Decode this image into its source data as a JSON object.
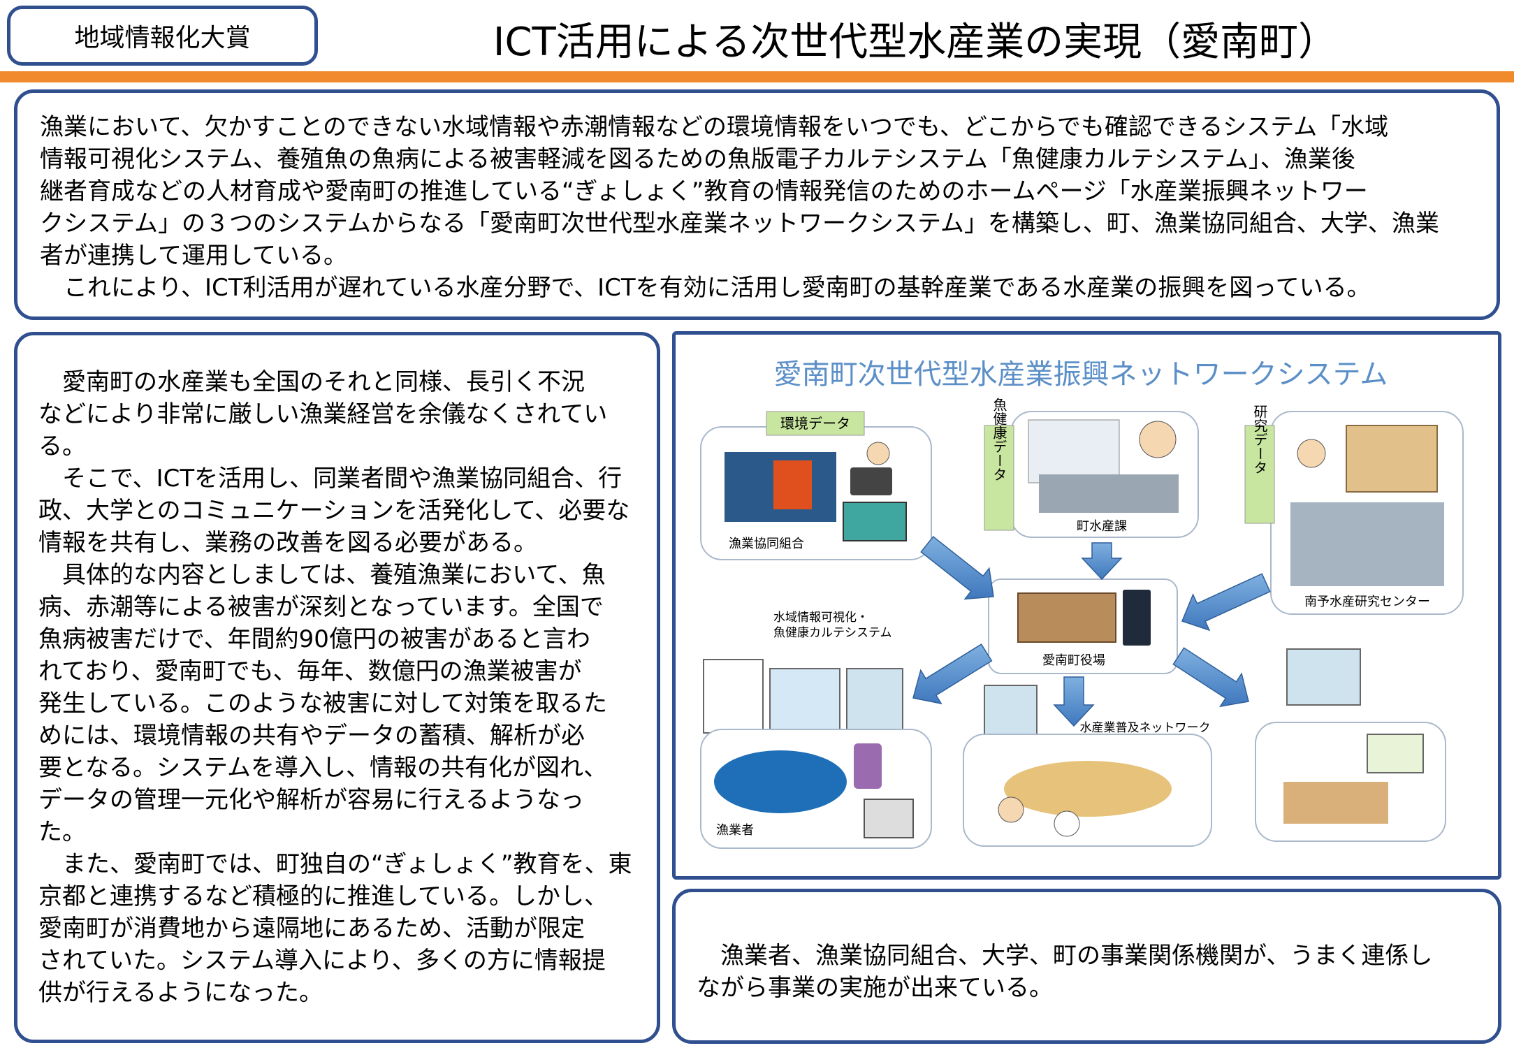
{
  "header": {
    "award_label": "地域情報化大賞",
    "title": "ICT活用による次世代型水産業の実現（愛南町）"
  },
  "summary": {
    "paragraph1": "漁業において、欠かすことのできない水域情報や赤潮情報などの環境情報をいつでも、どこからでも確認できるシステム「水域\n情報可視化システム、養殖魚の魚病による被害軽減を図るための魚版電子カルテシステム「魚健康カルテシステム」、漁業後\n継者育成などの人材育成や愛南町の推進している“ぎょしょく”教育の情報発信のためのホームページ「水産業振興ネットワー\nクシステム」の３つのシステムからなる「愛南町次世代型水産業ネットワークシステム」を構築し、町、漁業協同組合、大学、漁業\n者が連携して運用している。",
    "paragraph2": "　これにより、ICT利活用が遅れている水産分野で、ICTを有効に活用し愛南町の基幹産業である水産業の振興を図っている。"
  },
  "background": {
    "paragraph1": "　愛南町の水産業も全国のそれと同様、長引く不況\nなどにより非常に厳しい漁業経営を余儀なくされてい\nる。",
    "paragraph2": "　そこで、ICTを活用し、同業者間や漁業協同組合、行\n政、大学とのコミュニケーションを活発化して、必要な\n情報を共有し、業務の改善を図る必要がある。",
    "paragraph3": "　具体的な内容としましては、養殖漁業において、魚\n病、赤潮等による被害が深刻となっています。全国で\n魚病被害だけで、年間約90億円の被害があると言わ\nれており、愛南町でも、毎年、数億円の漁業被害が\n発生している。このような被害に対して対策を取るた\nめには、環境情報の共有やデータの蓄積、解析が必\n要となる。システムを導入し、情報の共有化が図れ、\nデータの管理一元化や解析が容易に行えるようなっ\nた。",
    "paragraph4": "　また、愛南町では、町独自の“ぎょしょく”教育を、東\n京都と連携するなど積極的に推進している。しかし、\n愛南町が消費地から遠隔地にあるため、活動が限定\nされていた。システム導入により、多くの方に情報提\n供が行えるようになった。"
  },
  "diagram": {
    "title": "愛南町次世代型水産業振興ネットワークシステム",
    "tag_environment": "環境データ",
    "tag_fish_health": "魚健康データ",
    "tag_research": "研究データ",
    "label_fishery_coop": "漁業協同組合",
    "label_town_fisheries": "町水産課",
    "label_research_center": "南予水産研究センター",
    "label_systems_line1": "水域情報可視化・",
    "label_systems_line2": "魚健康カルテシステム",
    "label_town_office": "愛南町役場",
    "label_network": "水産業普及ネットワーク",
    "label_fishermen": "漁業者",
    "colors": {
      "arrow": "#4a86c8",
      "title": "#5b8fc7",
      "tag": "#c8e6a0"
    }
  },
  "result": {
    "paragraph": "　漁業者、漁業協同組合、大学、町の事業関係機関が、うまく連係し\nながら事業の実施が出来ている。"
  }
}
